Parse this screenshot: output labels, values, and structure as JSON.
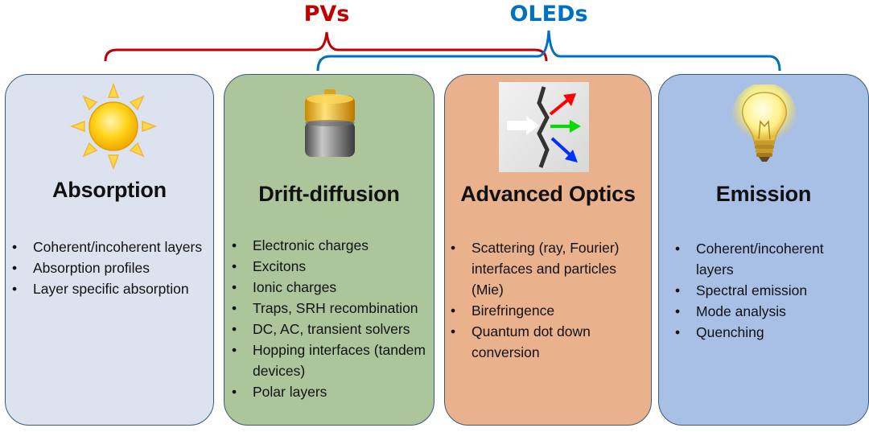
{
  "categories": {
    "pvs": {
      "label": "PVs",
      "color": "#c00000"
    },
    "oleds": {
      "label": "OLEDs",
      "color": "#0070c0"
    }
  },
  "panels": [
    {
      "title": "Absorption",
      "icon": "sun-icon",
      "fill": "#dce3ee",
      "bullets": [
        "Coherent/incoherent layers",
        "Absorption profiles",
        "Layer specific absorption"
      ]
    },
    {
      "title": "Drift-diffusion",
      "icon": "battery-icon",
      "fill": "#adc59b",
      "bullets": [
        "Electronic charges",
        "Excitons",
        "Ionic charges",
        "Traps, SRH recombination",
        "DC, AC, transient solvers",
        "Hopping interfaces (tandem devices)",
        "Polar layers"
      ]
    },
    {
      "title": "Advanced Optics",
      "icon": "light-scattering-icon",
      "fill": "#eab18d",
      "bullets": [
        "Scattering (ray, Fourier) interfaces and particles (Mie)",
        "Birefringence",
        "Quantum dot down conversion"
      ]
    },
    {
      "title": "Emission",
      "icon": "light-bulb-icon",
      "fill": "#a8bfe6",
      "bullets": [
        "Coherent/incoherent layers",
        "Spectral emission",
        "Mode analysis",
        "Quenching"
      ]
    }
  ]
}
